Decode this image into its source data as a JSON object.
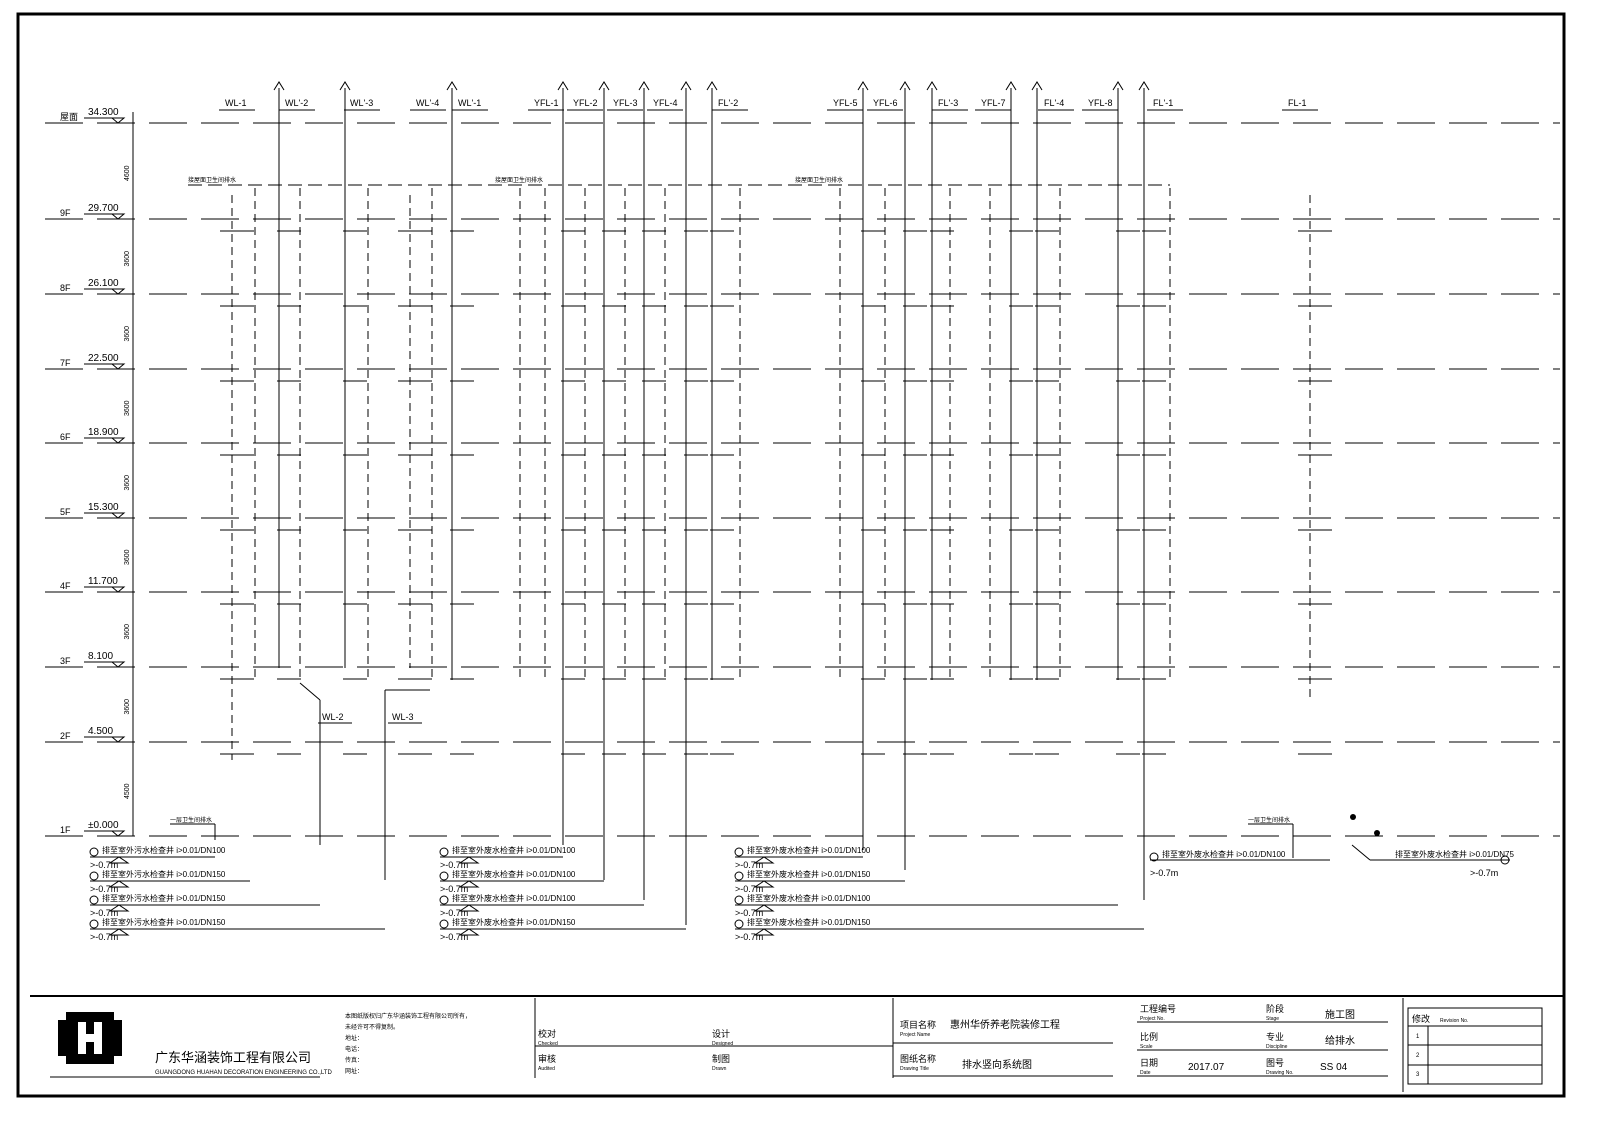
{
  "drawing": {
    "risers": [
      {
        "label": "WL-1"
      },
      {
        "label": "WL'-2"
      },
      {
        "label": "WL'-3"
      },
      {
        "label": "WL'-4"
      },
      {
        "label": "WL'-1"
      },
      {
        "label": "YFL-1"
      },
      {
        "label": "YFL-2"
      },
      {
        "label": "YFL-3"
      },
      {
        "label": "YFL-4"
      },
      {
        "label": "FL'-2"
      },
      {
        "label": "YFL-5"
      },
      {
        "label": "YFL-6"
      },
      {
        "label": "FL'-3"
      },
      {
        "label": "YFL-7"
      },
      {
        "label": "FL'-4"
      },
      {
        "label": "YFL-8"
      },
      {
        "label": "FL'-1"
      },
      {
        "label": "FL-1"
      }
    ],
    "floors": [
      {
        "name": "屋面",
        "elev": "34.300"
      },
      {
        "name": "9F",
        "elev": "29.700"
      },
      {
        "name": "8F",
        "elev": "26.100"
      },
      {
        "name": "7F",
        "elev": "22.500"
      },
      {
        "name": "6F",
        "elev": "18.900"
      },
      {
        "name": "5F",
        "elev": "15.300"
      },
      {
        "name": "4F",
        "elev": "11.700"
      },
      {
        "name": "3F",
        "elev": "8.100"
      },
      {
        "name": "2F",
        "elev": "4.500"
      },
      {
        "name": "1F",
        "elev": "±0.000"
      }
    ],
    "storey_heights": [
      "4600",
      "3600",
      "3600",
      "3600",
      "3600",
      "3600",
      "3600",
      "3600",
      "4500"
    ],
    "branch_labels": [
      "WL-2",
      "WL-3"
    ],
    "roof_notes": [
      "接屋面卫生间排水",
      "接屋面卫生间排水"
    ],
    "ground_note": "一层卫生间排水",
    "depth_label": ">-0.7m",
    "outfall_groups": [
      {
        "rows": [
          "排至室外污水检查井 i>0.01/DN100",
          "排至室外污水检查井 i>0.01/DN150",
          "排至室外污水检查井 i>0.01/DN150",
          "排至室外污水检查井 i>0.01/DN150"
        ]
      },
      {
        "rows": [
          "排至室外废水检查井 i>0.01/DN100",
          "排至室外废水检查井 i>0.01/DN100",
          "排至室外废水检查井 i>0.01/DN100",
          "排至室外废水检查井 i>0.01/DN150"
        ]
      },
      {
        "rows": [
          "排至室外废水检查井 i>0.01/DN100",
          "排至室外废水检查井 i>0.01/DN150",
          "排至室外废水检查井 i>0.01/DN100",
          "排至室外废水检查井 i>0.01/DN150"
        ]
      }
    ],
    "single_outfalls": [
      "排至室外废水检查井 i>0.01/DN100",
      "排至室外废水检查井 i>0.01/DN75"
    ]
  },
  "title_block": {
    "company": "广东华涵装饰工程有限公司",
    "company_en": "GUANGDONG HUAHAN DECORATION ENGINEERING CO.,LTD",
    "notes": [
      "本图纸版权归广东华涵装饰工程有限公司所有，",
      "未经许可不得复制。",
      "地址：",
      "电话：",
      "传真：",
      "网址："
    ],
    "checked": "校对",
    "checked_en": "Checked",
    "audited": "审核",
    "audited_en": "Audited",
    "designed": "设计",
    "designed_en": "Designed",
    "drawn": "制图",
    "drawn_en": "Drawn",
    "project_label": "项目名称",
    "project_label_en": "Project Name",
    "project_name": "惠州华侨养老院装修工程",
    "drawing_label": "图纸名称",
    "drawing_label_en": "Drawing Title",
    "drawing_name": "排水竖向系统图",
    "job_no": "工程编号",
    "job_no_en": "Project No.",
    "scale": "比例",
    "scale_en": "Scale",
    "date": "日期",
    "date_en": "Date",
    "date_value": "2017.07",
    "stage": "阶段",
    "stage_en": "Stage",
    "stage_value": "施工图",
    "discipline": "专业",
    "discipline_en": "Discipline",
    "discipline_value": "给排水",
    "sheet": "图号",
    "sheet_en": "Drawing No.",
    "sheet_value": "SS 04",
    "revision": "修改",
    "revision_en": "Revision No.",
    "revision_rows": [
      "1",
      "2",
      "3"
    ]
  }
}
